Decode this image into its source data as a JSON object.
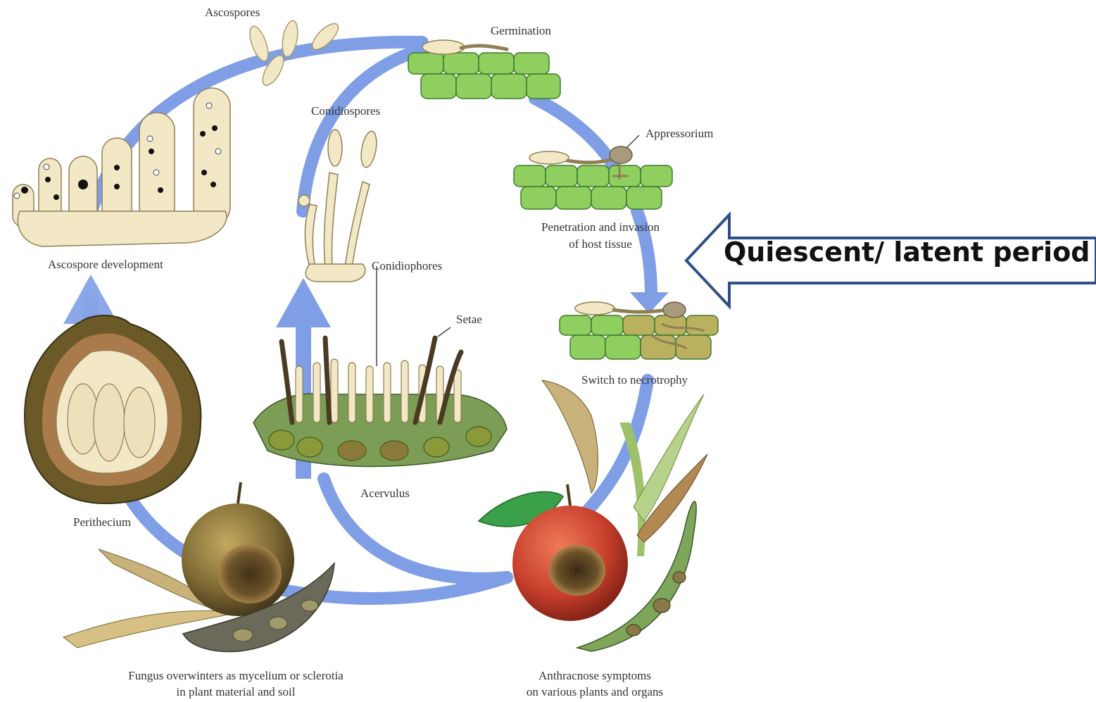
{
  "labels": {
    "ascospores": "Ascospores",
    "germination": "Germination",
    "conidiospores": "Conidiospores",
    "appressorium": "Appressorium",
    "ascospore_development": "Ascospore development",
    "penetration_line1": "Penetration and invasion",
    "penetration_line2": "of host tissue",
    "conidiophores": "Conidiophores",
    "setae": "Setae",
    "switch": "Switch to necrotrophy",
    "acervulus": "Acervulus",
    "perithecium": "Perithecium",
    "overwinter_line1": "Fungus overwinters as mycelium or sclerotia",
    "overwinter_line2": "in plant material and soil",
    "anthracnose_line1": "Anthracnose symptoms",
    "anthracnose_line2": "on various plants and organs"
  },
  "callout": {
    "text": "Quiescent/ latent period"
  },
  "colors": {
    "cycle_arrow": "#7f9ee6",
    "plant_cell": "#7ec35a",
    "fungal_tissue": "#f1e6c8",
    "callout_border": "#2e4f8a",
    "apple_red": "#c8402c"
  }
}
